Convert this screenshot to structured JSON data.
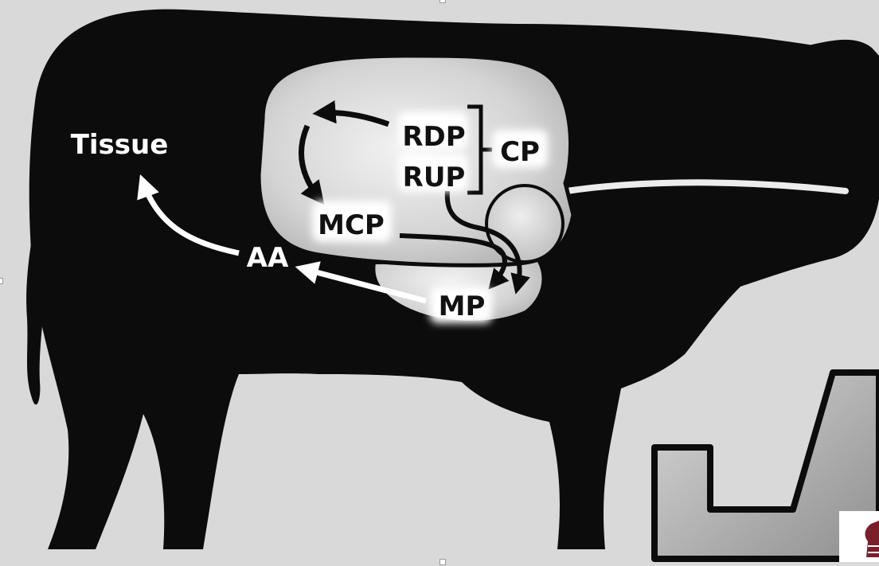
{
  "labels": {
    "tissue": "Tissue",
    "aa": "AA",
    "rdp": "RDP",
    "rup": "RUP",
    "cp": "CP",
    "mcp": "MCP",
    "mp": "MP"
  },
  "colors": {
    "background": "#d9d9d9",
    "silhouette": "#0c0c0c",
    "organ_fill": "#cfcfcf",
    "label_on_light": "#111111",
    "label_on_dark": "#ffffff",
    "logo_accent": "#7b1f2a"
  },
  "icons": {
    "logo": "university-logo-icon",
    "check": "checkmark-shape"
  }
}
